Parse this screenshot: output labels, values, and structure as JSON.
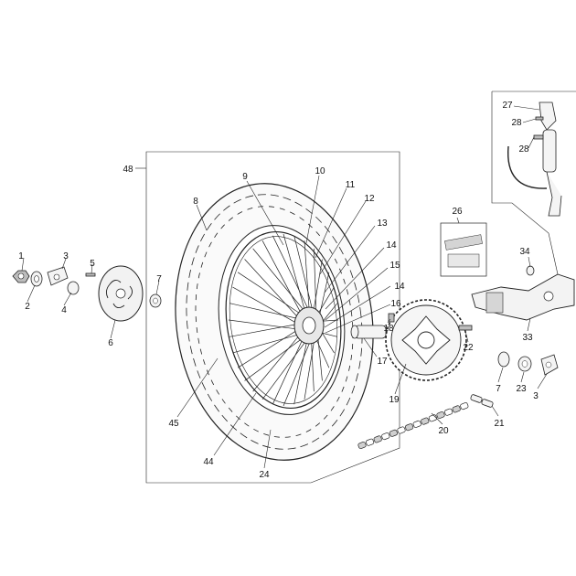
{
  "diagram": {
    "callouts": [
      "1",
      "2",
      "3",
      "4",
      "5",
      "6",
      "7",
      "8",
      "9",
      "10",
      "11",
      "12",
      "13",
      "14",
      "15",
      "16",
      "17",
      "18",
      "19",
      "20",
      "21",
      "22",
      "23",
      "24",
      "26",
      "27",
      "28",
      "33",
      "34",
      "44",
      "45",
      "48"
    ]
  }
}
